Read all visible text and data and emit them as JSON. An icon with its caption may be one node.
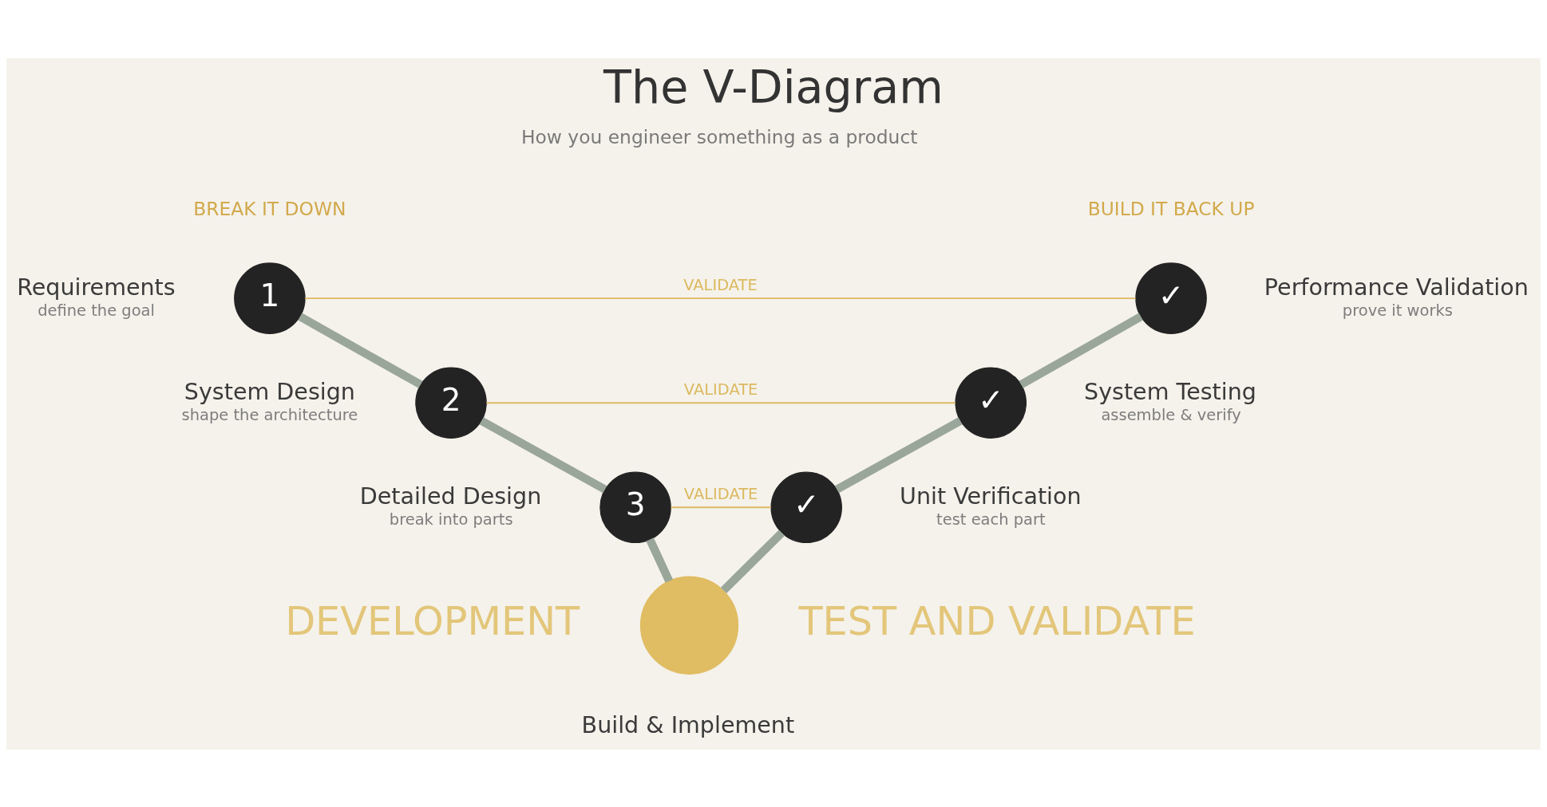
{
  "diagram": {
    "title": "The V-Diagram",
    "nodes": [
      {
        "text": [
          "1"
        ],
        "beside": [
          "Requirements",
          "define the goal"
        ]
      },
      {
        "text": [
          "✓"
        ],
        "beside": [
          "Performance Validation",
          "prove it works"
        ]
      },
      {
        "text": [
          "2"
        ],
        "beside": [
          "System Design",
          "shape the architecture"
        ]
      },
      {
        "text": [
          "✓"
        ],
        "beside": [
          "System Testing",
          "assemble & verify"
        ]
      },
      {
        "text": [
          "3"
        ],
        "beside": [
          "Detailed Design",
          "break into parts"
        ]
      },
      {
        "text": [
          "✓"
        ],
        "beside": [
          "Unit Verification",
          "test each part"
        ]
      },
      {
        "text": [],
        "shape": "circle",
        "beside": [
          "Build & Implement"
        ]
      }
    ],
    "edges": [
      {
        "from": 0,
        "to": 2,
        "arrow": "none"
      },
      {
        "from": 2,
        "to": 4,
        "arrow": "none"
      },
      {
        "from": 4,
        "to": 6,
        "arrow": "none"
      },
      {
        "from": 6,
        "to": 5,
        "arrow": "none"
      },
      {
        "from": 5,
        "to": 3,
        "arrow": "none"
      },
      {
        "from": 3,
        "to": 1,
        "arrow": "none"
      },
      {
        "from": 0,
        "to": 1,
        "arrow": "none",
        "label": "VALIDATE",
        "color": "#dcb95f"
      },
      {
        "from": 2,
        "to": 3,
        "arrow": "none",
        "label": "VALIDATE",
        "color": "#dcb95f"
      },
      {
        "from": 4,
        "to": 5,
        "arrow": "none",
        "label": "VALIDATE",
        "color": "#dcb95f"
      }
    ],
    "labels": [
      "How you engineer something as a product",
      "BREAK IT DOWN",
      "BUILD IT BACK UP",
      "DEVELOPMENT",
      "TEST AND VALIDATE"
    ]
  }
}
